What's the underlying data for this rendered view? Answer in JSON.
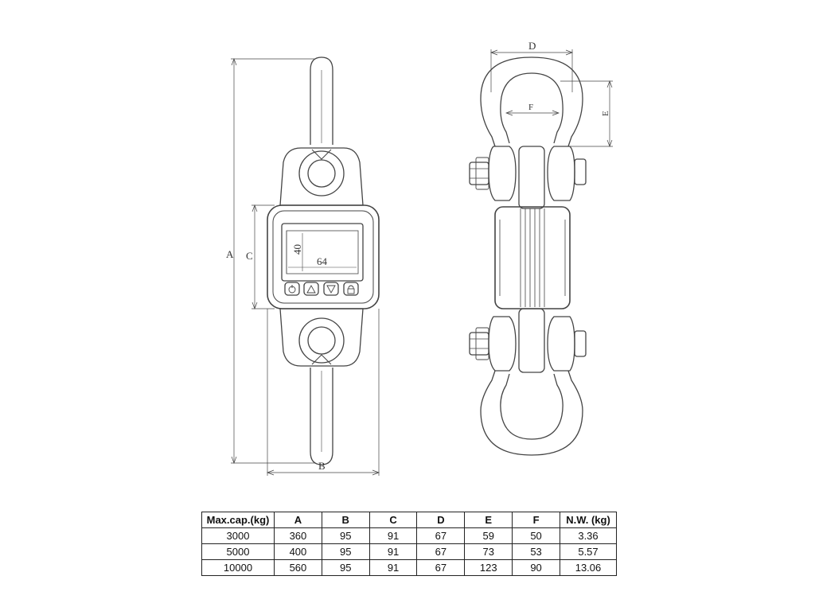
{
  "front_view": {
    "dimension_labels": {
      "A": "A",
      "B": "B",
      "C": "C"
    },
    "display_labels": {
      "height": "40",
      "width": "64"
    },
    "buttons": [
      "power-icon",
      "up-triangle-icon",
      "down-triangle-icon",
      "lock-icon"
    ]
  },
  "side_view": {
    "dimension_labels": {
      "D": "D",
      "E": "E",
      "F": "F"
    }
  },
  "spec_table": {
    "headers": [
      "Max.cap.(kg)",
      "A",
      "B",
      "C",
      "D",
      "E",
      "F",
      "N.W. (kg)"
    ],
    "rows": [
      [
        "3000",
        "360",
        "95",
        "91",
        "67",
        "59",
        "50",
        "3.36"
      ],
      [
        "5000",
        "400",
        "95",
        "91",
        "67",
        "73",
        "53",
        "5.57"
      ],
      [
        "10000",
        "560",
        "95",
        "91",
        "67",
        "123",
        "90",
        "13.06"
      ]
    ]
  }
}
